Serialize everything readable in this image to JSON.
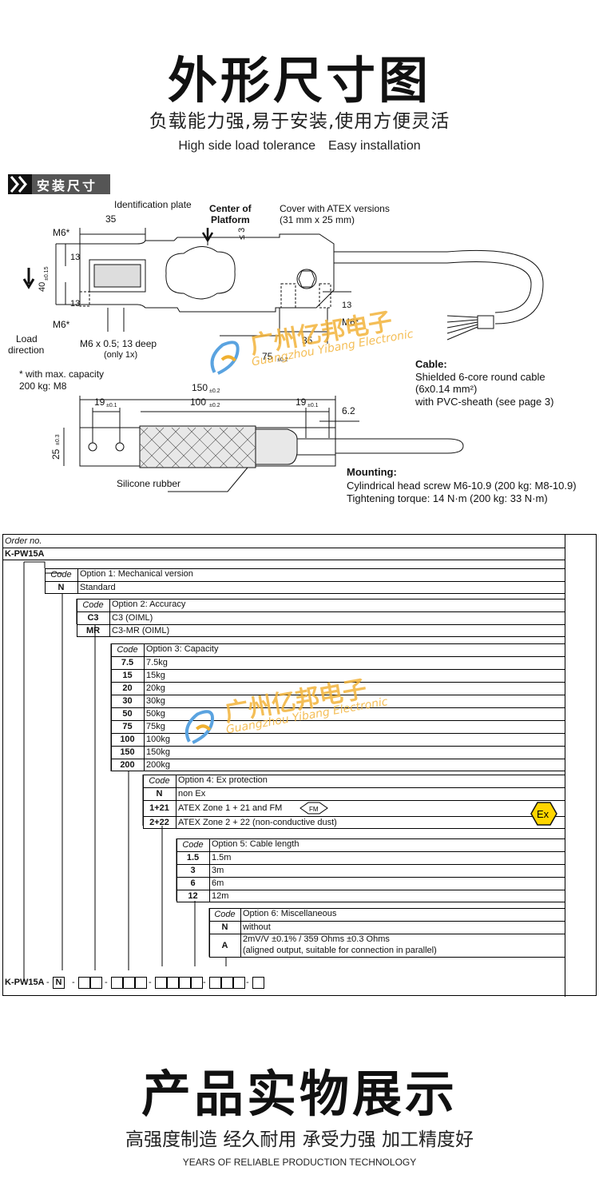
{
  "top": {
    "title": "外形尺寸图",
    "sub_cn": "负载能力强,易于安装,使用方便灵活",
    "sub_en_1": "High side load tolerance",
    "sub_en_2": "Easy installation"
  },
  "tag": "安装尺寸",
  "drawing": {
    "identification_plate": "Identification plate",
    "center_1": "Center of",
    "center_2": "Platform",
    "cover_1": "Cover with ATEX versions",
    "cover_2": "(31 mm x 25 mm)",
    "d35": "35",
    "m6_top": "M6*",
    "m6_bot": "M6*",
    "m6_right": "M6*",
    "d13a": "13",
    "d13b": "13",
    "d13c": "13",
    "d40": "40",
    "d40_tol": "±0.15",
    "le3": "≤ 3",
    "load_1": "Load",
    "load_2": "direction",
    "m6deep_1": "M6 x 0.5; 13 deep",
    "m6deep_2": "(only 1x)",
    "d35b": "35",
    "d75": "75",
    "d75_tol": "±0.2",
    "note_1": "* with max. capacity",
    "note_2": "200 kg: M8",
    "cable_head": "Cable:",
    "cable_1": "Shielded 6-core round cable",
    "cable_2": "(6x0.14 mm²)",
    "cable_3": "with PVC-sheath (see page 3)",
    "d150": "150",
    "d150_tol": "±0.2",
    "d19a": "19",
    "d19a_tol": "±0.1",
    "d100": "100",
    "d100_tol": "±0.2",
    "d19b": "19",
    "d19b_tol": "±0.1",
    "d62": "6.2",
    "d25": "25",
    "d25_tol": "±0.3",
    "silicone": "Silicone rubber",
    "mount_head": "Mounting:",
    "mount_1": "Cylindrical head screw M6-10.9 (200 kg: M8-10.9)",
    "mount_2": "Tightening torque: 14 N·m (200 kg: 33 N·m)"
  },
  "watermark": {
    "cn": "广州亿邦电子",
    "en": "Guangzhou Yibang Electronic"
  },
  "order": {
    "order_no": "Order no.",
    "model": "K-PW15A",
    "code": "Code",
    "opt1": {
      "head": "Option 1: Mechanical version",
      "rows": [
        [
          "N",
          "Standard"
        ]
      ]
    },
    "opt2": {
      "head": "Option 2: Accuracy",
      "rows": [
        [
          "C3",
          "C3 (OIML)"
        ],
        [
          "MR",
          "C3-MR (OIML)"
        ]
      ]
    },
    "opt3": {
      "head": "Option 3: Capacity",
      "rows": [
        [
          "7.5",
          "7.5kg"
        ],
        [
          "15",
          "15kg"
        ],
        [
          "20",
          "20kg"
        ],
        [
          "30",
          "30kg"
        ],
        [
          "50",
          "50kg"
        ],
        [
          "75",
          "75kg"
        ],
        [
          "100",
          "100kg"
        ],
        [
          "150",
          "150kg"
        ],
        [
          "200",
          "200kg"
        ]
      ]
    },
    "opt4": {
      "head": "Option 4: Ex protection",
      "rows": [
        [
          "N",
          "non Ex"
        ],
        [
          "1+21",
          "ATEX Zone 1 + 21 and FM"
        ],
        [
          "2+22",
          "ATEX Zone 2 + 22 (non-conductive dust)"
        ]
      ],
      "fm": "FM",
      "ex": "Ex"
    },
    "opt5": {
      "head": "Option 5: Cable length",
      "rows": [
        [
          "1.5",
          "1.5m"
        ],
        [
          "3",
          "3m"
        ],
        [
          "6",
          "6m"
        ],
        [
          "12",
          "12m"
        ]
      ]
    },
    "opt6": {
      "head": "Option 6: Miscellaneous",
      "rows": [
        [
          "N",
          "without"
        ],
        [
          "A",
          "2mV/V ±0.1% / 359 Ohms ±0.3 Ohms",
          "(aligned output, suitable for connection in parallel)"
        ]
      ]
    },
    "bottom_model": "K-PW15A",
    "bottom_n": "N"
  },
  "bottom": {
    "title": "产品实物展示",
    "sub_cn": "高强度制造 经久耐用 承受力强 加工精度好",
    "sub_en": "YEARS OF RELIABLE PRODUCTION TECHNOLOGY"
  }
}
